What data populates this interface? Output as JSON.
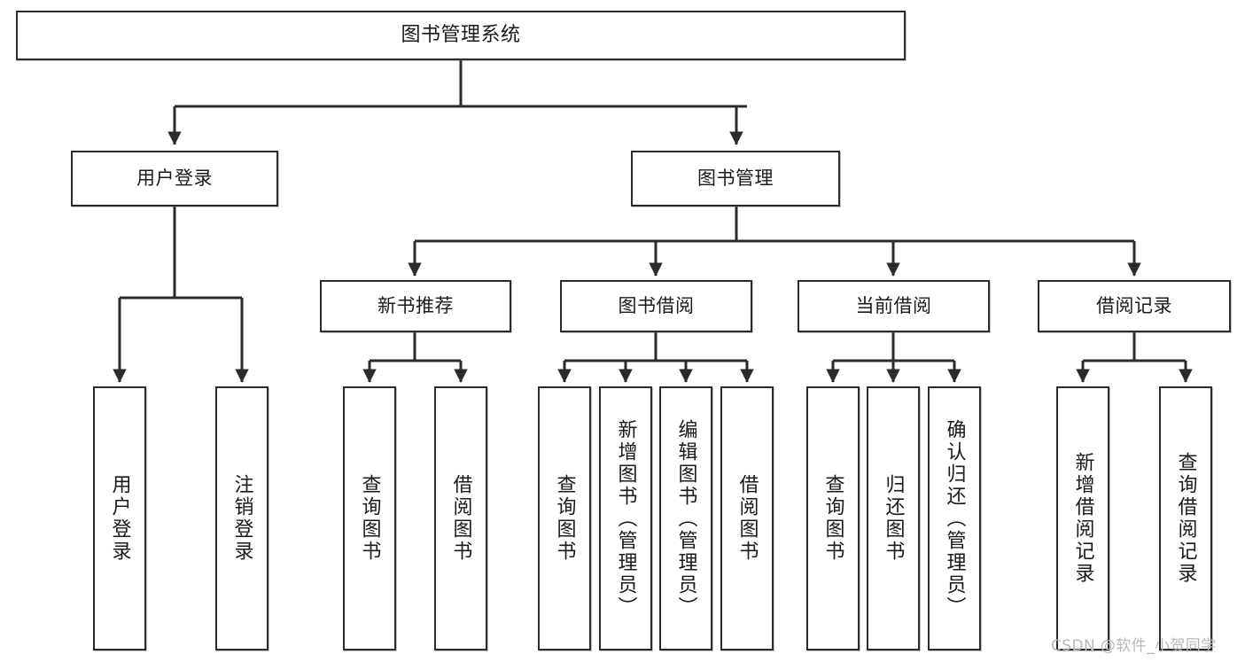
{
  "diagram": {
    "type": "tree-hierarchy",
    "title": "图书管理系统",
    "watermark": "CSDN @软件_小贺同学",
    "colors": {
      "box_border": "#2b2b2b",
      "box_fill": "#ffffff",
      "edge": "#2b2b2b",
      "text": "#1a1a1a",
      "watermark": "#b8b8b8",
      "canvas": "#ffffff"
    },
    "levels": {
      "root": "图书管理系统",
      "level2": [
        "用户登录",
        "图书管理"
      ],
      "level3": [
        "新书推荐",
        "图书借阅",
        "当前借阅",
        "借阅记录"
      ]
    },
    "nodes": {
      "root": {
        "label": "图书管理系统"
      },
      "user_login": {
        "label": "用户登录"
      },
      "book_manage": {
        "label": "图书管理"
      },
      "new_book_rec": {
        "label": "新书推荐"
      },
      "book_borrow": {
        "label": "图书借阅"
      },
      "current_borrow": {
        "label": "当前借阅"
      },
      "borrow_record": {
        "label": "借阅记录"
      },
      "leaf_user_login": {
        "label": "用户登录"
      },
      "leaf_logout": {
        "label": "注销登录"
      },
      "leaf_query_book_1": {
        "label": "查询图书"
      },
      "leaf_borrow_book_1": {
        "label": "借阅图书"
      },
      "leaf_query_book_2": {
        "label": "查询图书"
      },
      "leaf_add_book": {
        "label": "新增图书（管理员）"
      },
      "leaf_edit_book": {
        "label": "编辑图书（管理员）"
      },
      "leaf_borrow_book_2": {
        "label": "借阅图书"
      },
      "leaf_query_book_3": {
        "label": "查询图书"
      },
      "leaf_return_book": {
        "label": "归还图书"
      },
      "leaf_confirm_return": {
        "label": "确认归还（管理员）"
      },
      "leaf_add_record": {
        "label": "新增借阅记录"
      },
      "leaf_query_record": {
        "label": "查询借阅记录"
      }
    },
    "edges": [
      {
        "from": "root",
        "to": "user_login"
      },
      {
        "from": "root",
        "to": "book_manage"
      },
      {
        "from": "user_login",
        "to": "leaf_user_login"
      },
      {
        "from": "user_login",
        "to": "leaf_logout"
      },
      {
        "from": "book_manage",
        "to": "new_book_rec"
      },
      {
        "from": "book_manage",
        "to": "book_borrow"
      },
      {
        "from": "book_manage",
        "to": "current_borrow"
      },
      {
        "from": "book_manage",
        "to": "borrow_record"
      },
      {
        "from": "new_book_rec",
        "to": "leaf_query_book_1"
      },
      {
        "from": "new_book_rec",
        "to": "leaf_borrow_book_1"
      },
      {
        "from": "book_borrow",
        "to": "leaf_query_book_2"
      },
      {
        "from": "book_borrow",
        "to": "leaf_add_book"
      },
      {
        "from": "book_borrow",
        "to": "leaf_edit_book"
      },
      {
        "from": "book_borrow",
        "to": "leaf_borrow_book_2"
      },
      {
        "from": "current_borrow",
        "to": "leaf_query_book_3"
      },
      {
        "from": "current_borrow",
        "to": "leaf_return_book"
      },
      {
        "from": "current_borrow",
        "to": "leaf_confirm_return"
      },
      {
        "from": "borrow_record",
        "to": "leaf_add_record"
      },
      {
        "from": "borrow_record",
        "to": "leaf_query_record"
      }
    ]
  }
}
